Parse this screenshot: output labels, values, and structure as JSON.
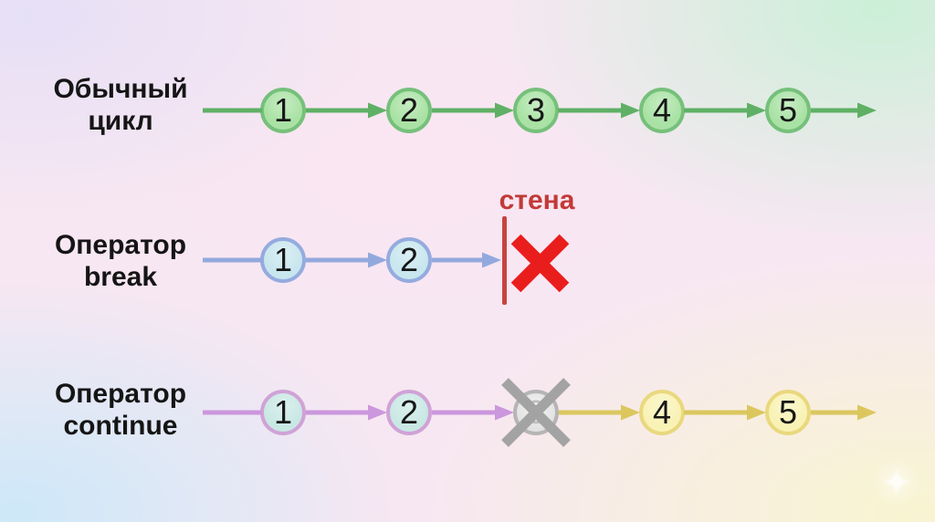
{
  "diagram": {
    "rows": [
      {
        "id": "normal-loop",
        "label_line1": "Обычный",
        "label_line2": "цикл",
        "nodes": [
          "1",
          "2",
          "3",
          "4",
          "5"
        ]
      },
      {
        "id": "break",
        "label_line1": "Оператор",
        "label_line2": "break",
        "nodes": [
          "1",
          "2"
        ],
        "wall_label": "стена"
      },
      {
        "id": "continue",
        "label_line1": "Оператор",
        "label_line2": "continue",
        "nodes": [
          "1",
          "2"
        ],
        "skipped_node": "3",
        "resume_nodes": [
          "4",
          "5"
        ]
      }
    ]
  },
  "colors": {
    "label_text": "#151515",
    "node_text": "#161616",
    "green_fill": "#a9e2a4",
    "green_border": "#76c07b",
    "green_line": "#5fb065",
    "blue_fill": "#c8e6ee",
    "blue_border": "#95abdf",
    "blue_line": "#93a9de",
    "plum_line": "#cb97dd",
    "plum_border": "#d0a2d6",
    "cyan_fill": "#c9e8e4",
    "yellow_fill": "#f9f2b5",
    "yellow_border": "#e9d87e",
    "yellow_line": "#dbc75e",
    "gray_fill": "#e2e2e2",
    "gray_border": "#b5b5b5",
    "gray_x": "#a3a3a3",
    "skipped_text": "#bdbdbd",
    "wall_red": "#c7433e",
    "wall_label_red": "#c23a37",
    "x_red": "#ea1d1d"
  }
}
